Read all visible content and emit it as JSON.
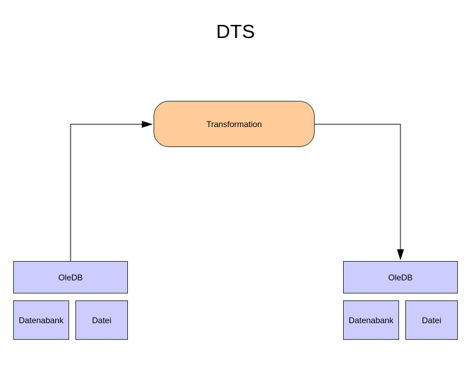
{
  "title": "DTS",
  "process": {
    "label": "Transformation"
  },
  "source": {
    "oledb_label": "OleDB",
    "database_label": "Datenabank",
    "file_label": "Datei"
  },
  "target": {
    "oledb_label": "OleDB",
    "database_label": "Datenabank",
    "file_label": "Datei"
  },
  "colors": {
    "process_fill": "#ffcc99",
    "box_fill": "#ccccff",
    "line": "#000000"
  }
}
